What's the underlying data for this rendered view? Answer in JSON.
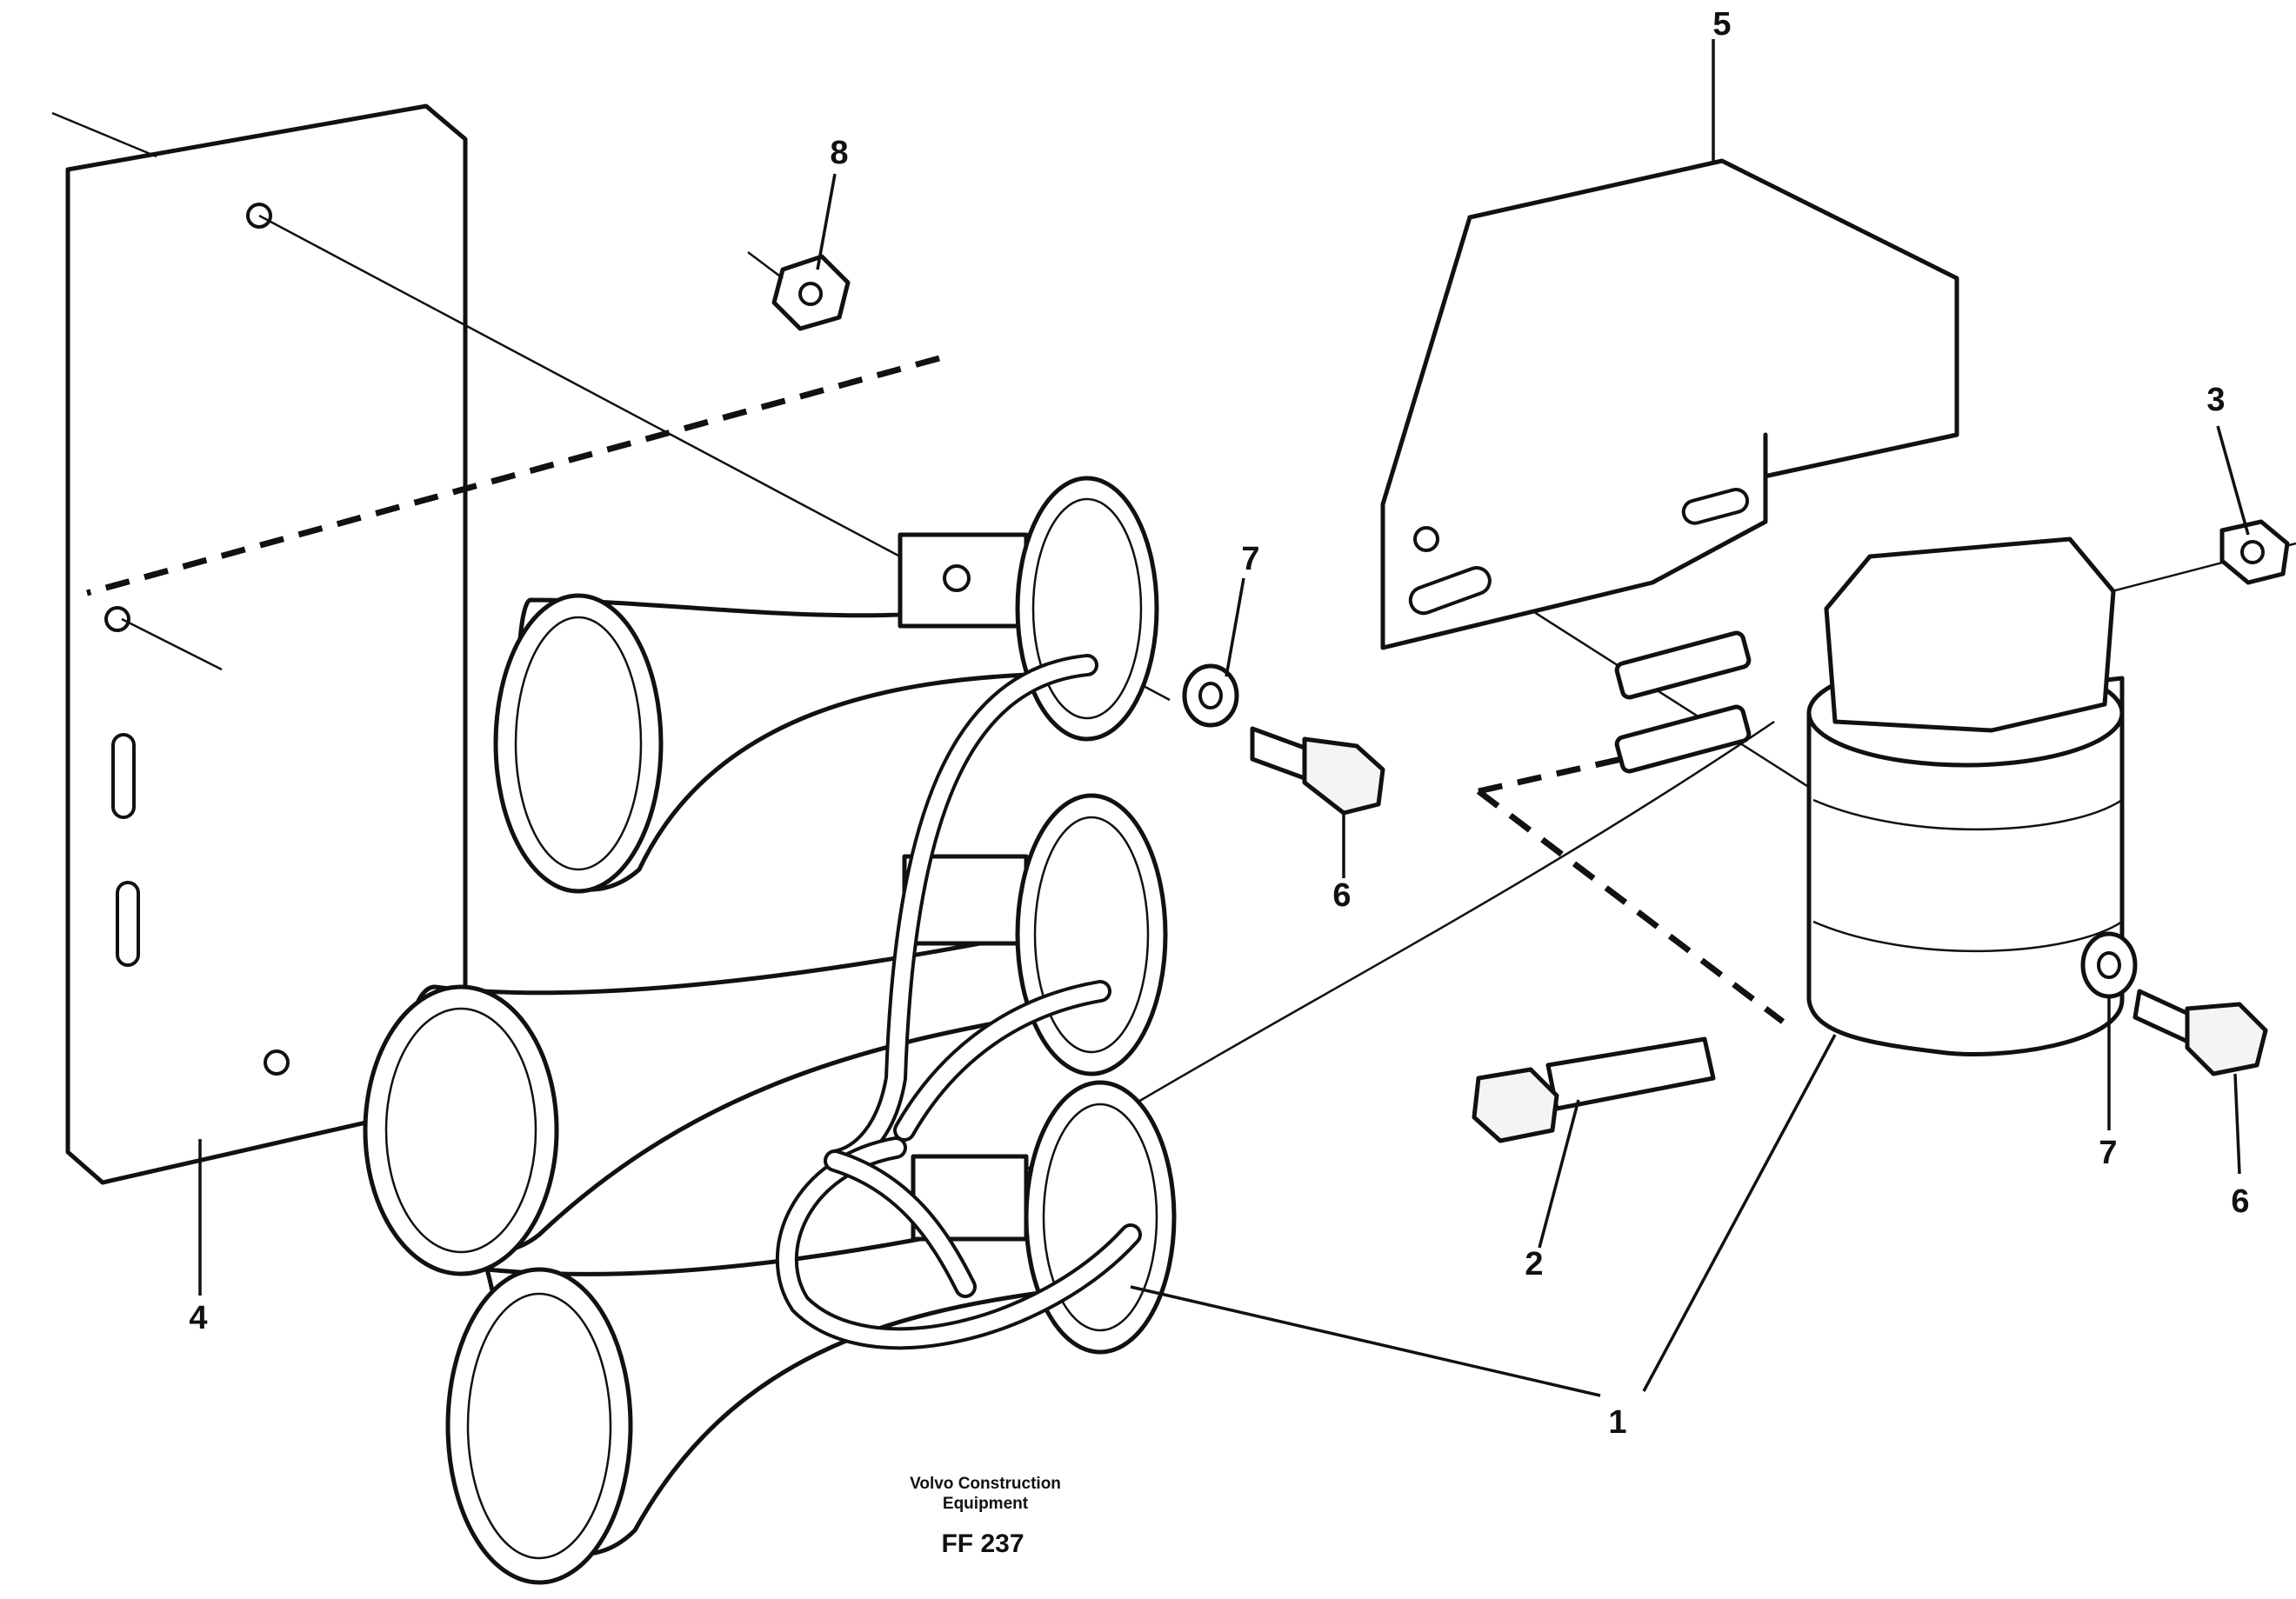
{
  "callouts": {
    "c1": "1",
    "c2": "2",
    "c3": "3",
    "c4": "4",
    "c5": "5",
    "c6a": "6",
    "c6b": "6",
    "c7a": "7",
    "c7b": "7",
    "c8": "8"
  },
  "caption": {
    "line1": "Volvo Construction",
    "line2": "Equipment",
    "code": "FF 237"
  }
}
